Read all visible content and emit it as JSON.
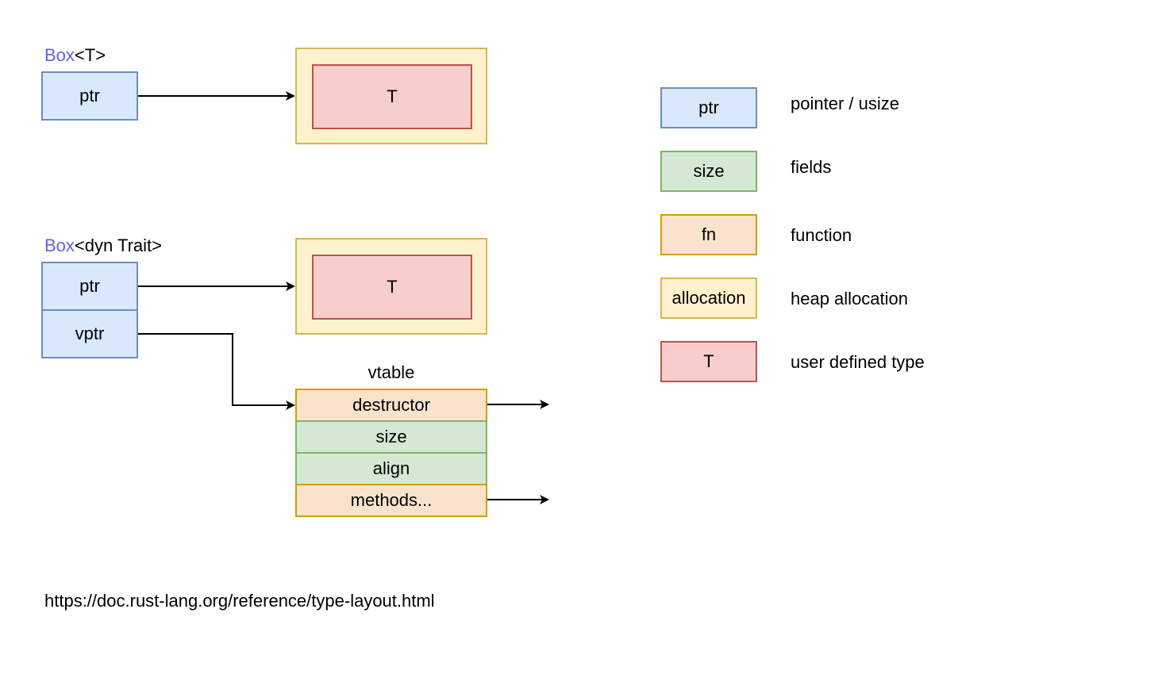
{
  "box_t": {
    "type_keyword": "Box",
    "type_suffix": "<T>",
    "ptr_label": "ptr",
    "heap_inner_label": "T"
  },
  "box_dyn": {
    "type_keyword": "Box",
    "type_suffix": "<dyn Trait>",
    "ptr_label": "ptr",
    "vptr_label": "vptr",
    "heap_inner_label": "T"
  },
  "vtable": {
    "title": "vtable",
    "rows": [
      {
        "label": "destructor",
        "kind": "fn"
      },
      {
        "label": "size",
        "kind": "field"
      },
      {
        "label": "align",
        "kind": "field"
      },
      {
        "label": "methods...",
        "kind": "fn"
      }
    ]
  },
  "legend": [
    {
      "swatch": "ptr",
      "kind": "ptr",
      "description": "pointer / usize"
    },
    {
      "swatch": "size",
      "kind": "field",
      "description": "fields"
    },
    {
      "swatch": "fn",
      "kind": "fn",
      "description": "function"
    },
    {
      "swatch": "allocation",
      "kind": "alloc",
      "description": "heap allocation"
    },
    {
      "swatch": "T",
      "kind": "tdef",
      "description": "user defined type"
    }
  ],
  "colors": {
    "keyword": "#6161e0",
    "ptr_fill": "#dae8fc",
    "ptr_stroke": "#6c8ebf",
    "field_fill": "#d5e8d4",
    "field_stroke": "#82b366",
    "fn_fill": "#fae3cc",
    "fn_stroke": "#d79b00",
    "alloc_fill": "#fff2cc",
    "alloc_stroke": "#d6b656",
    "type_fill": "#f8cecc",
    "type_stroke": "#b85450"
  },
  "reference_url": "https://doc.rust-lang.org/reference/type-layout.html"
}
